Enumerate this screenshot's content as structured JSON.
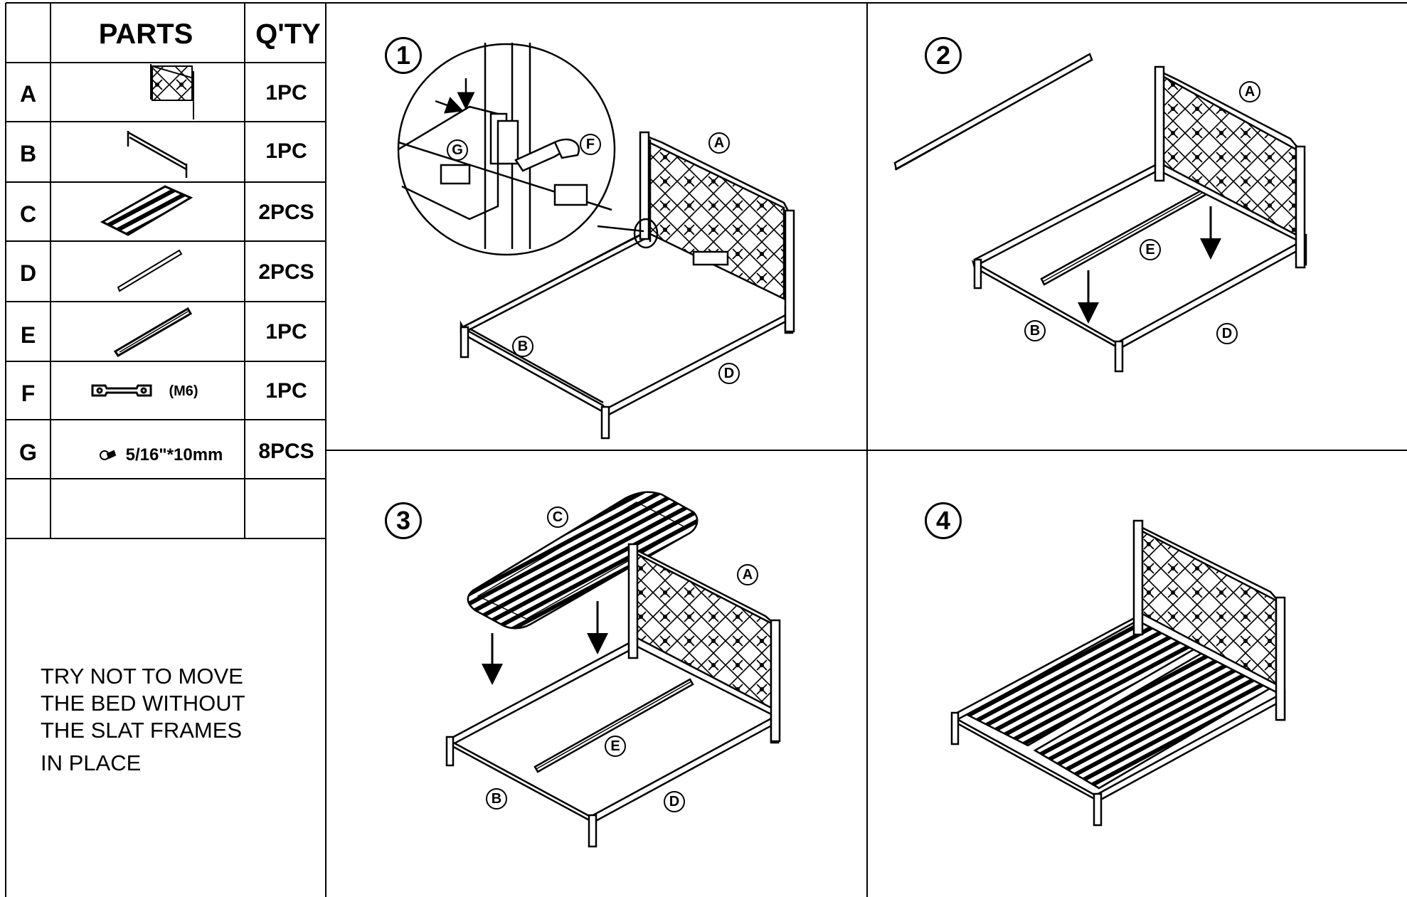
{
  "table": {
    "header_parts": "PARTS",
    "header_qty": "Q'TY",
    "rows": [
      {
        "letter": "A",
        "qty": "1PC",
        "icon": "headboard-icon",
        "note": ""
      },
      {
        "letter": "B",
        "qty": "1PC",
        "icon": "footboard-rail-icon",
        "note": ""
      },
      {
        "letter": "C",
        "qty": "2PCS",
        "icon": "slat-frame-icon",
        "note": ""
      },
      {
        "letter": "D",
        "qty": "2PCS",
        "icon": "side-rail-icon",
        "note": ""
      },
      {
        "letter": "E",
        "qty": "1PC",
        "icon": "center-rail-icon",
        "note": ""
      },
      {
        "letter": "F",
        "qty": "1PC",
        "icon": "wrench-icon",
        "note": "(M6)"
      },
      {
        "letter": "G",
        "qty": "8PCS",
        "icon": "bolt-icon",
        "note": "5/16\"*10mm"
      }
    ]
  },
  "note_lines": [
    "TRY NOT TO MOVE",
    "THE BED WITHOUT",
    "THE SLAT FRAMES",
    "IN PLACE"
  ],
  "steps": [
    {
      "number": "1",
      "labels": [
        "A",
        "B",
        "D",
        "G",
        "F"
      ]
    },
    {
      "number": "2",
      "labels": [
        "A",
        "B",
        "D",
        "E"
      ]
    },
    {
      "number": "3",
      "labels": [
        "A",
        "B",
        "C",
        "D",
        "E"
      ]
    },
    {
      "number": "4",
      "labels": []
    }
  ]
}
